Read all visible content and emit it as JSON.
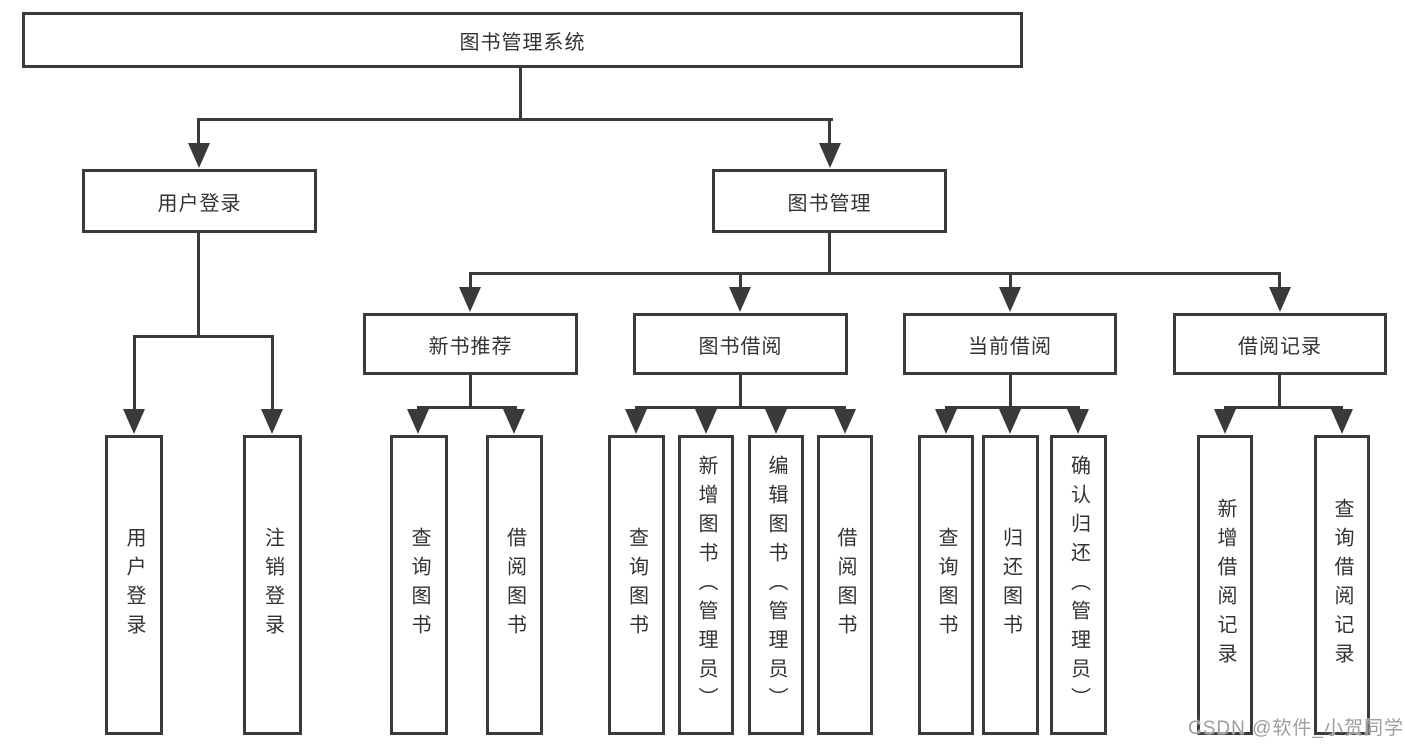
{
  "tree": {
    "root": {
      "label": "图书管理系统"
    },
    "branches": [
      {
        "label": "用户登录",
        "children": [
          {
            "label": "用户登录"
          },
          {
            "label": "注销登录"
          }
        ]
      },
      {
        "label": "图书管理",
        "children": [
          {
            "label": "新书推荐",
            "children": [
              {
                "label": "查询图书"
              },
              {
                "label": "借阅图书"
              }
            ]
          },
          {
            "label": "图书借阅",
            "children": [
              {
                "label": "查询图书"
              },
              {
                "label": "新增图书（管理员）"
              },
              {
                "label": "编辑图书（管理员）"
              },
              {
                "label": "借阅图书"
              }
            ]
          },
          {
            "label": "当前借阅",
            "children": [
              {
                "label": "查询图书"
              },
              {
                "label": "归还图书"
              },
              {
                "label": "确认归还（管理员）"
              }
            ]
          },
          {
            "label": "借阅记录",
            "children": [
              {
                "label": "新增借阅记录"
              },
              {
                "label": "查询借阅记录"
              }
            ]
          }
        ]
      }
    ]
  },
  "watermark": {
    "text": "CSDN @软件_小贺同学"
  },
  "colors": {
    "line": "#3a3a3a",
    "text": "#333333",
    "watermark": "#9e9e9e",
    "background": "#ffffff"
  }
}
